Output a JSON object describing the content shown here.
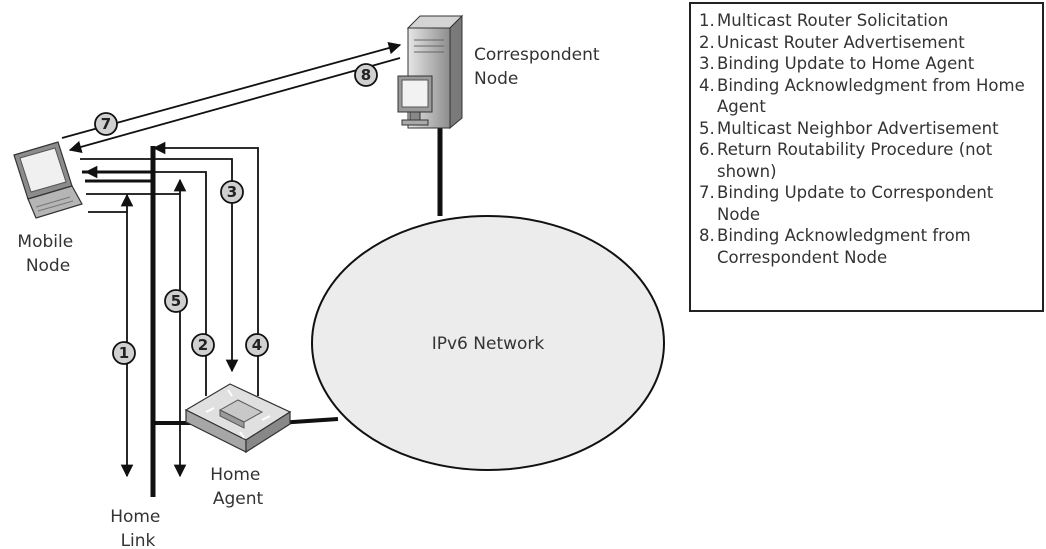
{
  "nodes": {
    "correspondent": "Correspondent\nNode",
    "mobile": "Mobile\nNode",
    "home_agent": "Home\nAgent",
    "home_link": "Home\nLink",
    "network": "IPv6 Network"
  },
  "steps": [
    "1",
    "2",
    "3",
    "4",
    "5",
    "7",
    "8"
  ],
  "legend": [
    {
      "num": "1.",
      "text": "Multicast Router Solicitation"
    },
    {
      "num": "2.",
      "text": "Unicast Router Advertisement"
    },
    {
      "num": "3.",
      "text": "Binding Update to Home Agent"
    },
    {
      "num": "4.",
      "text": "Binding Acknowledgment from Home Agent"
    },
    {
      "num": "5.",
      "text": "Multicast Neighbor Advertisement"
    },
    {
      "num": "6.",
      "text": "Return Routability Procedure (not shown)"
    },
    {
      "num": "7.",
      "text": "Binding Update to Correspondent Node"
    },
    {
      "num": "8.",
      "text": "Binding Acknowledgment from Correspondent Node"
    }
  ],
  "colors": {
    "line": "#111111",
    "cloud_fill": "#ececec",
    "device_fill": "#bfbfbf",
    "marker_fill": "#d0d0d0"
  }
}
